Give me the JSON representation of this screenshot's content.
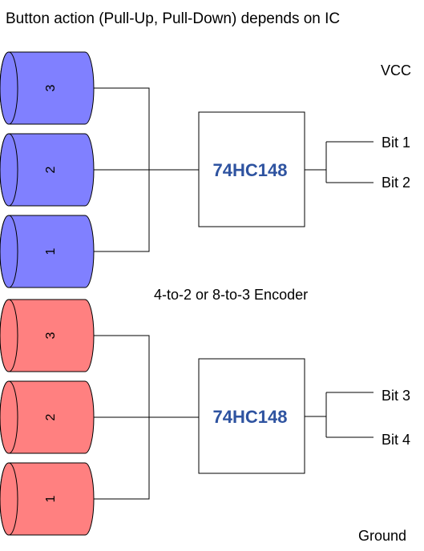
{
  "title": "Button action (Pull-Up, Pull-Down) depends on IC",
  "rail_top": "VCC",
  "rail_bottom": "Ground",
  "encoder_caption": "4-to-2 or 8-to-3 Encoder",
  "colors": {
    "top_button_fill": "#8080ff",
    "bottom_button_fill": "#ff8080",
    "chip_text": "#2e53a0",
    "line": "#000000"
  },
  "groups": [
    {
      "name": "top",
      "buttons": [
        "3",
        "2",
        "1"
      ],
      "chip": "74HC148",
      "outputs": [
        "Bit 1",
        "Bit 2"
      ]
    },
    {
      "name": "bottom",
      "buttons": [
        "3",
        "2",
        "1"
      ],
      "chip": "74HC148",
      "outputs": [
        "Bit 3",
        "Bit 4"
      ]
    }
  ]
}
